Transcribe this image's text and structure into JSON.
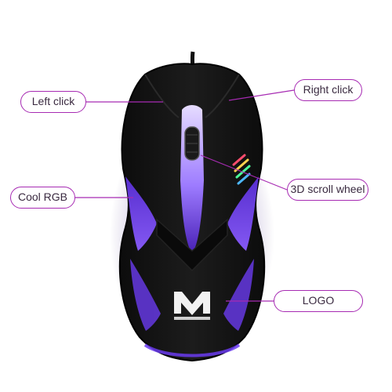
{
  "callouts": {
    "left_click": "Left click",
    "right_click": "Right click",
    "cool_rgb": "Cool RGB",
    "scroll_wheel": "3D scroll wheel",
    "logo": "LOGO"
  },
  "colors": {
    "callout_border": "#a72bb3",
    "leader_line": "#a72bb3",
    "mouse_body": "#141414",
    "glow": "#7a4dff"
  }
}
